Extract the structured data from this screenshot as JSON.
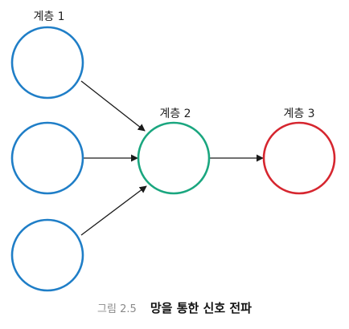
{
  "layers": [
    {
      "label": "계층 1",
      "color": "#1f7ec7",
      "node_count": 3
    },
    {
      "label": "계층 2",
      "color": "#1aa67f",
      "node_count": 1
    },
    {
      "label": "계층 3",
      "color": "#d6262f",
      "node_count": 1
    }
  ],
  "caption": {
    "figure_number": "그림 2.5",
    "title": "망을 통한 신호 전파"
  },
  "arrow_color": "#1a1a1a"
}
